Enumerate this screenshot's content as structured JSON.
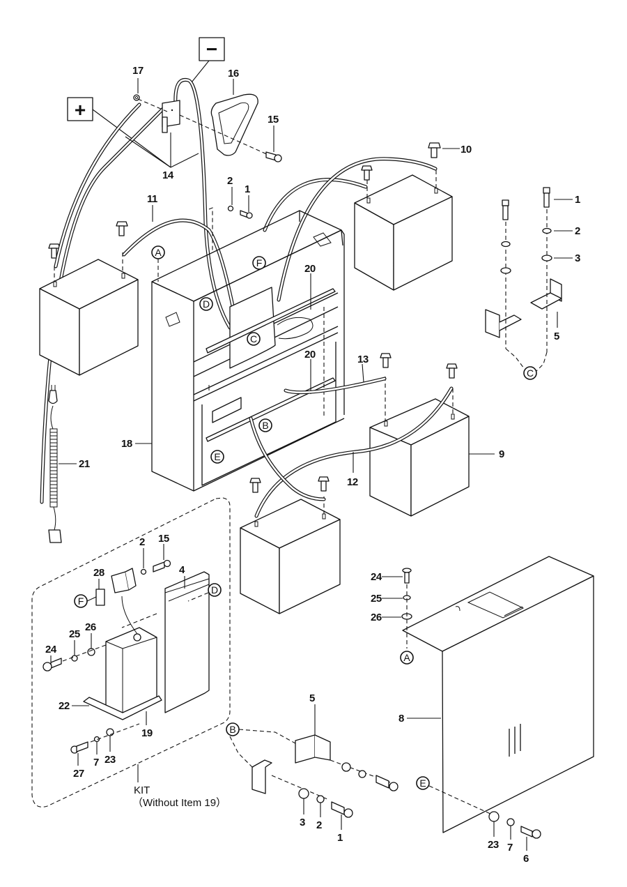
{
  "diagram": {
    "type": "exploded-parts-diagram",
    "subject": "Battery box assembly with charger kit",
    "polarity_labels": {
      "positive": "+",
      "negative": "−"
    },
    "part_callouts": {
      "p1a": "1",
      "p1b": "1",
      "p1c": "1",
      "p2a": "2",
      "p2b": "2",
      "p2c": "2",
      "p2d": "2",
      "p3a": "3",
      "p3b": "3",
      "p4": "4",
      "p5a": "5",
      "p5b": "5",
      "p6": "6",
      "p7a": "7",
      "p7b": "7",
      "p8": "8",
      "p9": "9",
      "p10": "10",
      "p11": "11",
      "p12": "12",
      "p13": "13",
      "p14": "14",
      "p15a": "15",
      "p15b": "15",
      "p16": "16",
      "p17": "17",
      "p18": "18",
      "p19": "19",
      "p20a": "20",
      "p20b": "20",
      "p21": "21",
      "p22": "22",
      "p23a": "23",
      "p23b": "23",
      "p24a": "24",
      "p24b": "24",
      "p25a": "25",
      "p25b": "25",
      "p26a": "26",
      "p26b": "26",
      "p27": "27",
      "p28": "28"
    },
    "reference_markers": {
      "A1": "A",
      "A2": "A",
      "B1": "B",
      "B2": "B",
      "C1": "C",
      "C2": "C",
      "D1": "D",
      "D2": "D",
      "E1": "E",
      "E2": "E",
      "F1": "F",
      "F2": "F"
    },
    "kit": {
      "label": "KIT",
      "note": "（Without  Item 19）"
    }
  }
}
